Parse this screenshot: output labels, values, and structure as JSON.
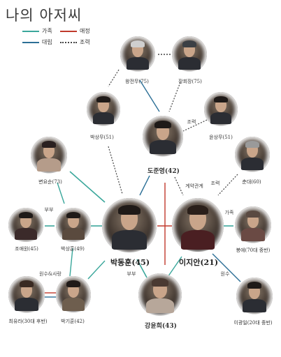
{
  "title": "나의 아저씨",
  "legend": {
    "family": "가족",
    "love": "애정",
    "conflict": "대립",
    "help": "조력"
  },
  "colors": {
    "family": "#3aa79b",
    "love": "#c0392b",
    "conflict": "#2c6f96",
    "help": "#444444"
  },
  "people": {
    "wangjeonmu": "왕전무(75)",
    "janghoecheol": "장회장(75)",
    "baksangmu": "박상무(51)",
    "yunsangmu": "윤상무(51)",
    "dojunyeong": "도준영(42)",
    "byeonyosun": "변요순(73)",
    "chunde": "춘대(60)",
    "joaewon": "조애원(45)",
    "baksanghun": "박상훈(49)",
    "bakdonghun": "박동훈(45)",
    "leejian": "이지안(21)",
    "bongae": "봉애(70대 중반)",
    "choeyura": "최유라(30대 후반)",
    "bakgihun": "박기훈(42)",
    "ganghuna": "강윤희(43)",
    "leegwangil": "이광일(20대 중반)"
  },
  "relations": {
    "help": "조력",
    "contract": "계약관계",
    "couple1": "부부",
    "couple2": "부부",
    "family": "가족",
    "enemy_love": "원수&사랑",
    "enemy": "원수"
  }
}
